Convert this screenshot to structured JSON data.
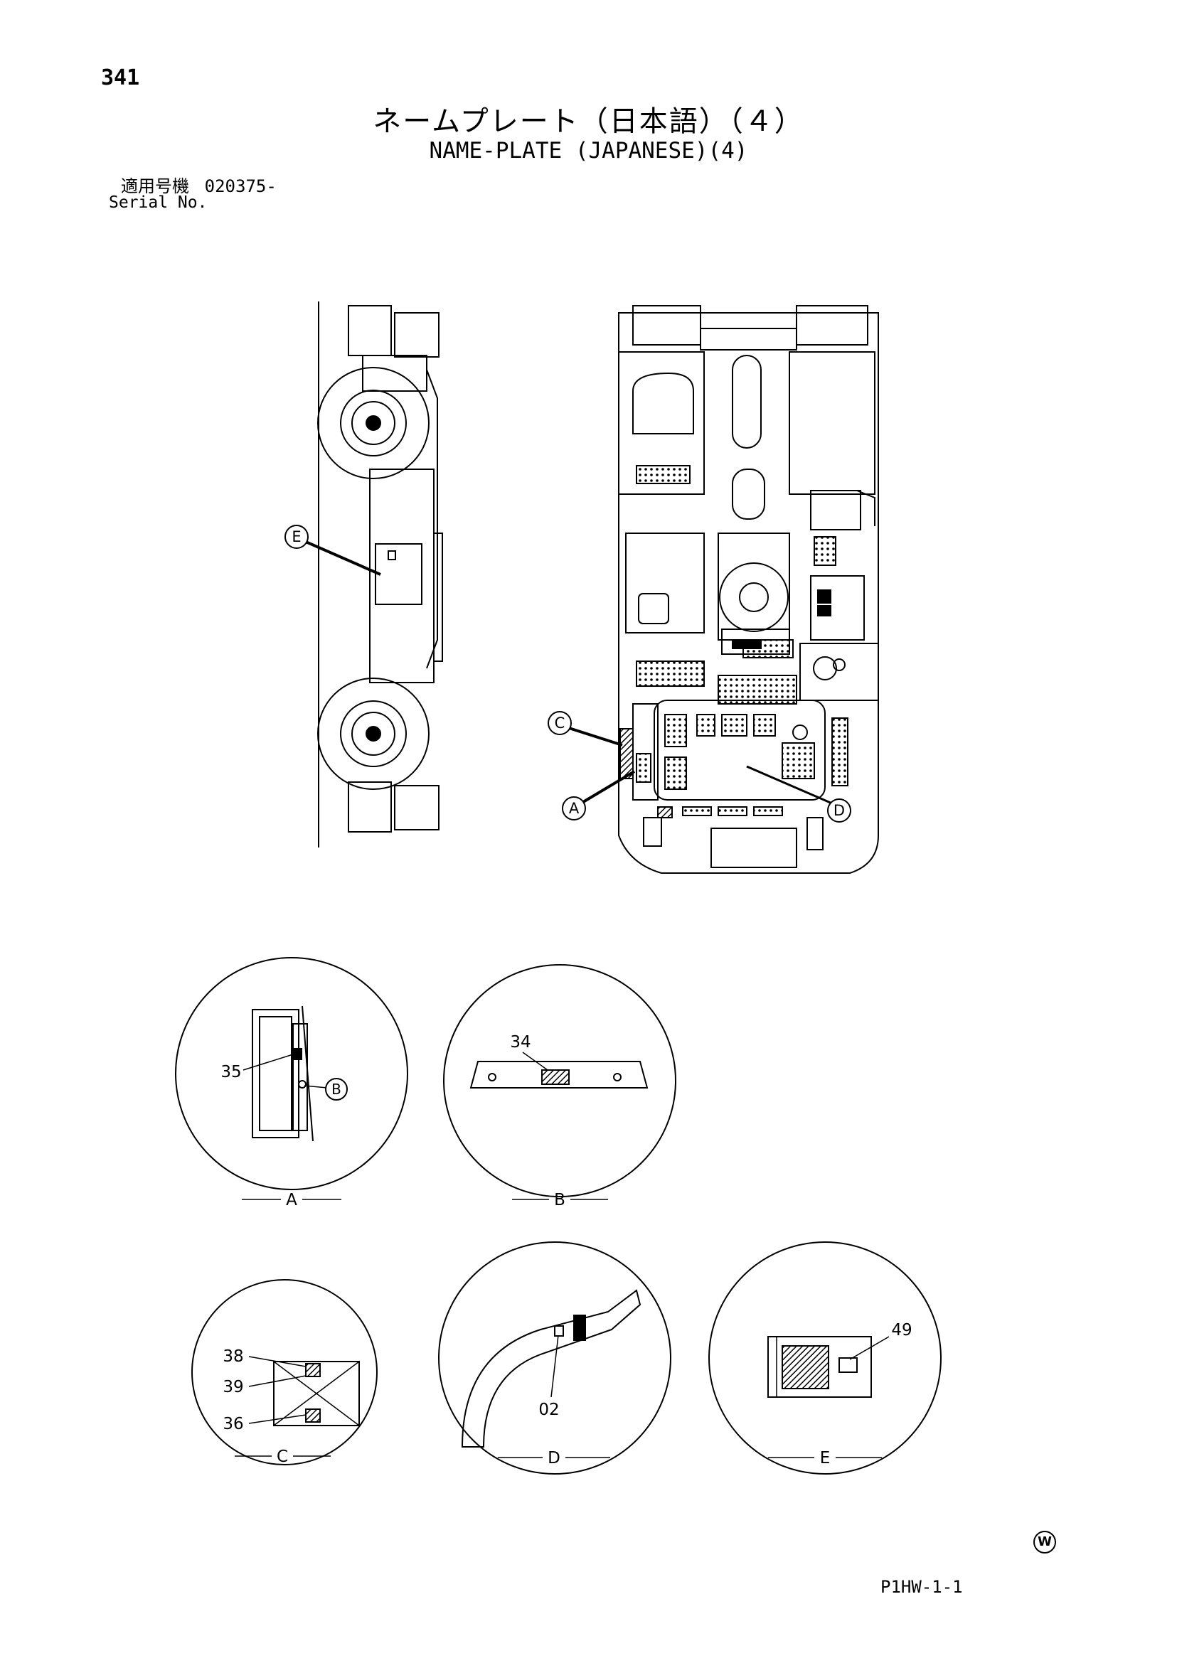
{
  "page_number": "341",
  "title_jp": "ネームプレート（日本語）（４）",
  "title_en": "NAME-PLATE (JAPANESE)(4)",
  "serial": {
    "label_jp": "適用号機",
    "value": "020375-",
    "label_en": "Serial No."
  },
  "callouts": {
    "main": [
      "E",
      "C",
      "A",
      "D"
    ],
    "detail_A": {
      "view": "A",
      "parts": [
        "35"
      ],
      "ref": "B"
    },
    "detail_B": {
      "view": "B",
      "parts": [
        "34"
      ]
    },
    "detail_C": {
      "view": "C",
      "parts": [
        "38",
        "39",
        "36"
      ]
    },
    "detail_D": {
      "view": "D",
      "parts": [
        "02"
      ]
    },
    "detail_E": {
      "view": "E",
      "parts": [
        "49"
      ]
    }
  },
  "footer": {
    "mark": "W",
    "code": "P1HW-1-1"
  }
}
